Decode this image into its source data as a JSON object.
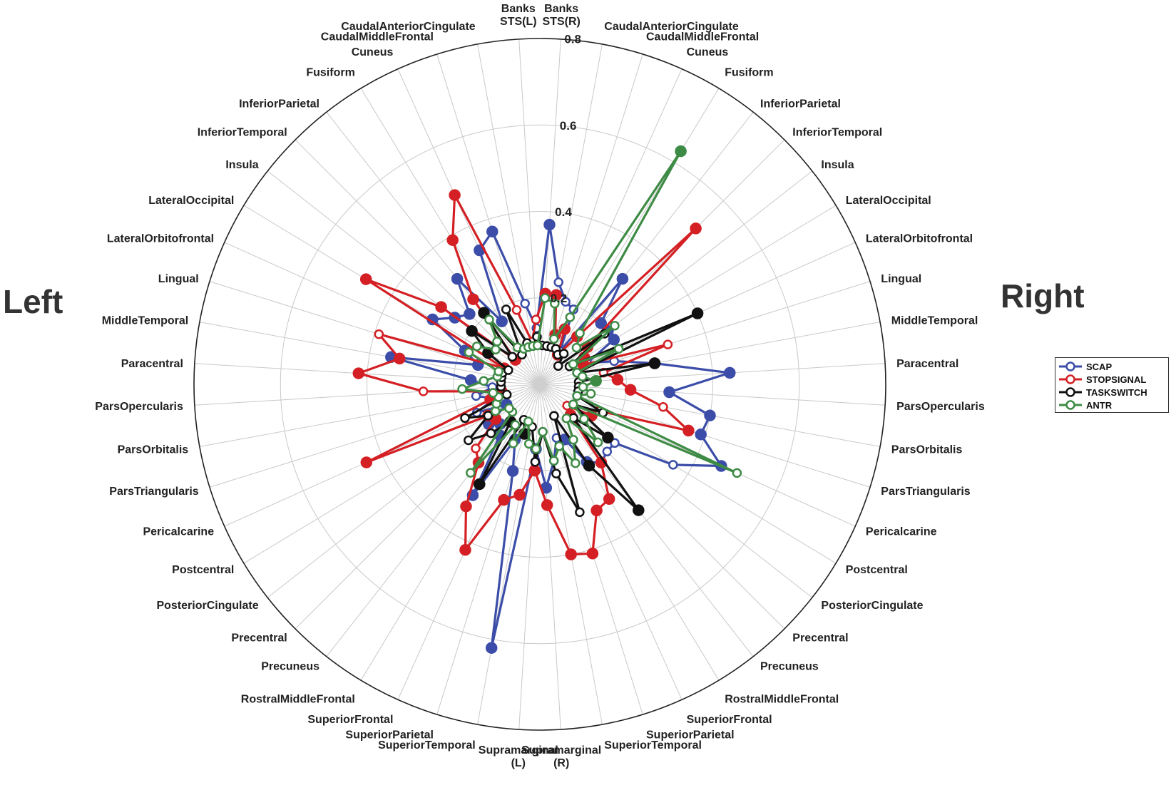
{
  "side_labels": {
    "left": "Left",
    "right": "Right"
  },
  "chart_data": {
    "type": "radar",
    "title": "",
    "radial_ticks": [
      "0.2",
      "0.4",
      "0.6",
      "0.8"
    ],
    "r_max": 0.8,
    "grid": true,
    "legend_position": "right",
    "categories": [
      "Banks\nSTS(R)",
      "CaudalAnteriorCingulate",
      "CaudalMiddleFrontal",
      "Cuneus",
      "Fusiform",
      "InferiorParietal",
      "InferiorTemporal",
      "Insula",
      "LateralOccipital",
      "LateralOrbitofrontal",
      "Lingual",
      "MiddleTemporal",
      "Paracentral",
      "ParsOpercularis",
      "ParsOrbitalis",
      "ParsTriangularis",
      "Pericalcarine",
      "Postcentral",
      "PosteriorCingulate",
      "Precentral",
      "Precuneus",
      "RostralMiddleFrontal",
      "SuperiorFrontal",
      "SuperiorParietal",
      "SuperiorTemporal",
      "Supramarginal\n(R)",
      "Supramarginal\n(L)",
      "SuperiorTemporal",
      "SuperiorParietal",
      "SuperiorFrontal",
      "RostralMiddleFrontal",
      "Precuneus",
      "Precentral",
      "PosteriorCingulate",
      "Postcentral",
      "Pericalcarine",
      "ParsTriangularis",
      "ParsOrbitalis",
      "ParsOpercularis",
      "Paracentral",
      "MiddleTemporal",
      "Lingual",
      "LateralOrbitofrontal",
      "LateralOccipital",
      "Insula",
      "InferiorTemporal",
      "InferiorParietal",
      "Fusiform",
      "Cuneus",
      "CaudalMiddleFrontal",
      "CaudalAnteriorCingulate",
      "Banks\nSTS(L)"
    ],
    "series": [
      {
        "name": "SCAP",
        "color": "#3b4da8",
        "values": [
          0.37,
          0.24,
          0.2,
          0.19,
          0.09,
          0.31,
          0.2,
          0.2,
          0.2,
          0.12,
          0.18,
          0.27,
          0.44,
          0.3,
          0.4,
          0.39,
          0.46,
          0.36,
          0.22,
          0.22,
          0.23,
          0.21,
          0.14,
          0.13,
          0.18,
          0.24,
          0.15,
          0.62,
          0.21,
          0.14,
          0.3,
          0.15,
          0.13,
          0.15,
          0.09,
          0.16,
          0.11,
          0.15,
          0.11,
          0.16,
          0.35,
          0.15,
          0.19,
          0.29,
          0.25,
          0.23,
          0.31,
          0.17,
          0.34,
          0.37,
          0.19,
          0.13
        ],
        "filled": [
          true,
          false,
          false,
          false,
          false,
          true,
          true,
          true,
          true,
          false,
          false,
          true,
          true,
          true,
          true,
          true,
          true,
          false,
          false,
          false,
          false,
          true,
          true,
          false,
          false,
          true,
          true,
          true,
          true,
          true,
          true,
          true,
          true,
          true,
          true,
          false,
          false,
          false,
          false,
          true,
          true,
          true,
          true,
          true,
          true,
          true,
          true,
          true,
          true,
          true,
          false,
          false
        ]
      },
      {
        "name": "STOPSIGNAL",
        "color": "#d42024",
        "values": [
          0.21,
          0.21,
          0.12,
          0.14,
          0.08,
          0.14,
          0.51,
          0.14,
          0.12,
          0.11,
          0.31,
          0.15,
          0.18,
          0.21,
          0.29,
          0.36,
          0.15,
          0.14,
          0.08,
          0.1,
          0.23,
          0.31,
          0.32,
          0.41,
          0.4,
          0.28,
          0.2,
          0.26,
          0.28,
          0.42,
          0.33,
          0.23,
          0.21,
          0.13,
          0.14,
          0.44,
          0.12,
          0.09,
          0.27,
          0.42,
          0.33,
          0.39,
          0.09,
          0.47,
          0.29,
          0.08,
          0.25,
          0.39,
          0.48,
          0.18,
          0.1,
          0.15
        ],
        "filled": [
          true,
          true,
          true,
          true,
          true,
          true,
          true,
          true,
          true,
          true,
          false,
          false,
          true,
          true,
          false,
          true,
          false,
          true,
          false,
          true,
          true,
          true,
          true,
          true,
          true,
          true,
          true,
          true,
          true,
          true,
          true,
          true,
          false,
          true,
          true,
          true,
          true,
          true,
          false,
          true,
          true,
          false,
          true,
          true,
          true,
          true,
          true,
          true,
          true,
          false,
          false,
          false
        ]
      },
      {
        "name": "TASKSWITCH",
        "color": "#111111",
        "values": [
          0.09,
          0.09,
          0.09,
          0.09,
          0.08,
          0.09,
          0.06,
          0.19,
          0.08,
          0.4,
          0.09,
          0.27,
          0.09,
          0.09,
          0.09,
          0.09,
          0.16,
          0.09,
          0.2,
          0.11,
          0.37,
          0.22,
          0.08,
          0.31,
          0.21,
          0.11,
          0.18,
          0.1,
          0.12,
          0.09,
          0.27,
          0.11,
          0.16,
          0.21,
          0.14,
          0.19,
          0.08,
          0.11,
          0.09,
          0.09,
          0.09,
          0.09,
          0.08,
          0.14,
          0.2,
          0.09,
          0.21,
          0.08,
          0.19,
          0.1,
          0.09,
          0.11
        ],
        "filled": [
          false,
          false,
          false,
          false,
          false,
          false,
          false,
          false,
          false,
          true,
          false,
          true,
          false,
          false,
          false,
          false,
          false,
          false,
          true,
          false,
          true,
          true,
          false,
          false,
          false,
          false,
          false,
          false,
          true,
          false,
          true,
          true,
          false,
          false,
          false,
          false,
          false,
          false,
          false,
          false,
          false,
          false,
          false,
          true,
          true,
          false,
          true,
          false,
          false,
          false,
          false,
          false
        ]
      },
      {
        "name": "ANTR",
        "color": "#3e8b45",
        "values": [
          0.2,
          0.19,
          0.11,
          0.17,
          0.63,
          0.15,
          0.12,
          0.22,
          0.09,
          0.2,
          0.09,
          0.1,
          0.13,
          0.1,
          0.12,
          0.09,
          0.5,
          0.09,
          0.13,
          0.19,
          0.1,
          0.15,
          0.2,
          0.15,
          0.18,
          0.11,
          0.15,
          0.14,
          0.09,
          0.15,
          0.11,
          0.26,
          0.09,
          0.09,
          0.12,
          0.11,
          0.1,
          0.11,
          0.18,
          0.13,
          0.1,
          0.1,
          0.18,
          0.17,
          0.13,
          0.14,
          0.19,
          0.1,
          0.09,
          0.09,
          0.09,
          0.09
        ],
        "filled": [
          false,
          false,
          false,
          false,
          true,
          false,
          false,
          false,
          false,
          false,
          false,
          false,
          true,
          false,
          false,
          false,
          false,
          false,
          false,
          false,
          false,
          false,
          false,
          false,
          false,
          false,
          false,
          false,
          false,
          false,
          false,
          false,
          false,
          false,
          false,
          false,
          false,
          false,
          false,
          false,
          false,
          false,
          false,
          false,
          false,
          false,
          false,
          false,
          false,
          false,
          false,
          false
        ]
      }
    ]
  }
}
